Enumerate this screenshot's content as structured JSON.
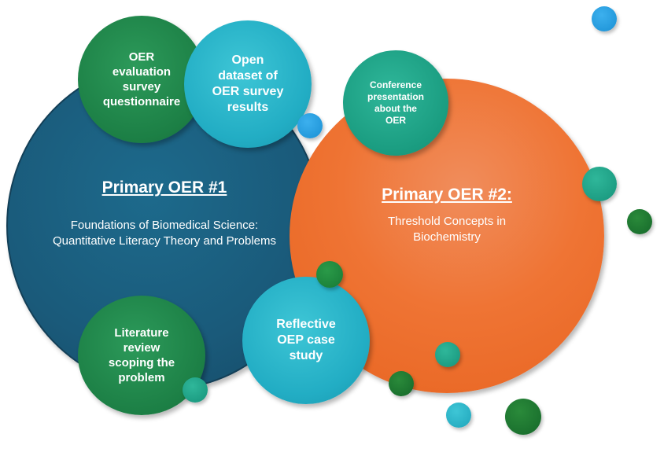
{
  "primary_oer_1": {
    "title": "Primary OER #1",
    "subtitle_line1": "Foundations of Biomedical Science:",
    "subtitle_line2": "Quantitative Literacy Theory and Problems",
    "color": "#1a5a7a"
  },
  "primary_oer_2": {
    "title": "Primary OER #2:",
    "subtitle_line1": "Threshold Concepts in",
    "subtitle_line2": "Biochemistry",
    "color": "#ef7434"
  },
  "satellites": {
    "evaluation": [
      "OER",
      "evaluation",
      "survey",
      "questionnaire"
    ],
    "open_dataset": [
      "Open",
      "dataset of",
      "OER survey",
      "results"
    ],
    "conference": [
      "Conference",
      "presentation",
      "about the",
      "OER"
    ],
    "literature": [
      "Literature",
      "review",
      "scoping the",
      "problem"
    ],
    "reflective": [
      "Reflective",
      "OEP case",
      "study"
    ]
  },
  "colors": {
    "green": "#1c7f45",
    "teal": "#22adc4",
    "teal_green": "#1a9c80",
    "dark_green": "#166b3a"
  }
}
